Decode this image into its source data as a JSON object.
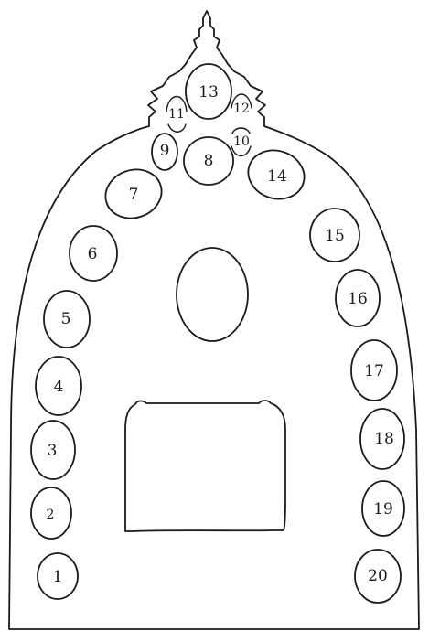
{
  "colors": {
    "ink": "#1a1a1a",
    "paper": "#ffffff"
  },
  "niches": [
    {
      "label": "1"
    },
    {
      "label": "2"
    },
    {
      "label": "3"
    },
    {
      "label": "4"
    },
    {
      "label": "5"
    },
    {
      "label": "6"
    },
    {
      "label": "7"
    },
    {
      "label": "8"
    },
    {
      "label": "9"
    },
    {
      "label": "10"
    },
    {
      "label": "11"
    },
    {
      "label": "12"
    },
    {
      "label": "13"
    },
    {
      "label": "14"
    },
    {
      "label": "15"
    },
    {
      "label": "16"
    },
    {
      "label": "17"
    },
    {
      "label": "18"
    },
    {
      "label": "19"
    },
    {
      "label": "20"
    }
  ]
}
